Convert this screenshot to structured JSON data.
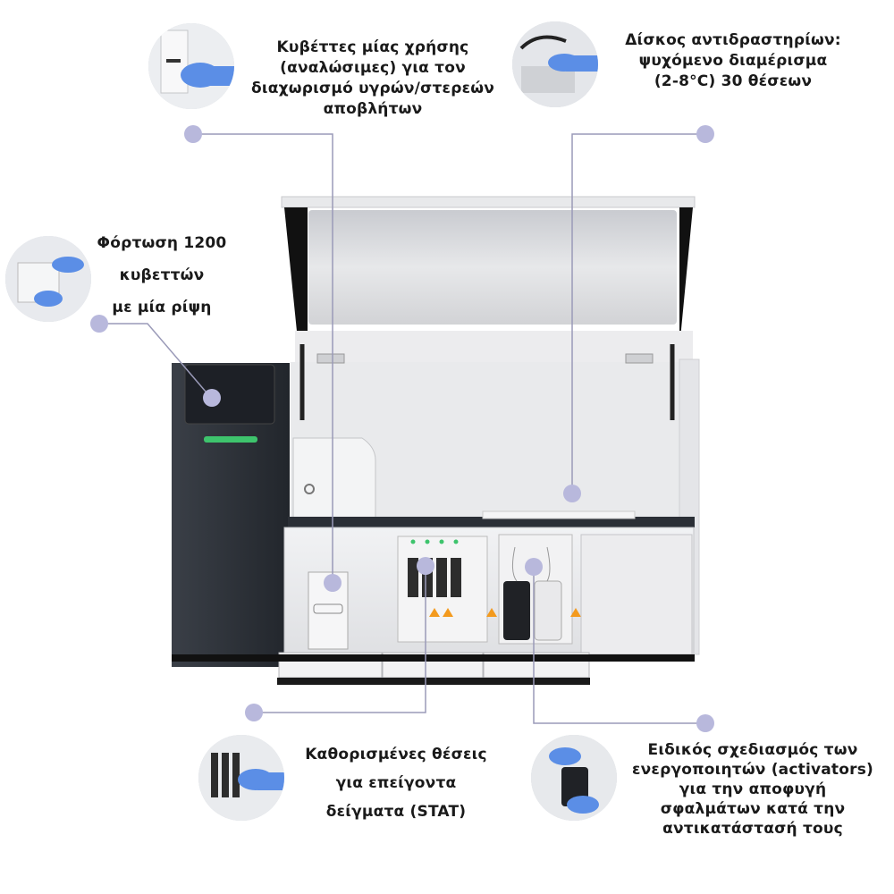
{
  "colors": {
    "accent_dot": "#b8b8dc",
    "leader_line": "#9a9ab8",
    "instrument_body": "#e6e7ea",
    "instrument_dark": "#2b2f36",
    "status_led": "#3ec46d",
    "warning": "#f39a1e"
  },
  "callouts": [
    {
      "id": "cuvettes",
      "text": "Κυβέττες μίας χρήσης\n(αναλώσιμες) για τον\nδιαχωρισμό υγρών/στερεών\nαποβλήτων"
    },
    {
      "id": "reagent-disc",
      "text": "Δίσκος αντιδραστηρίων:\nψυχόμενο διαμέρισμα\n(2-8°C) 30 θέσεων"
    },
    {
      "id": "cuvette-load",
      "text": "Φόρτωση 1200\nκυβεττών\nμε μία ρίψη"
    },
    {
      "id": "stat",
      "text": "Καθορισμένες θέσεις\nγια επείγοντα\nδείγματα (STAT)"
    },
    {
      "id": "activators",
      "text": "Ειδικός σχεδιασμός των\nενεργοποιητών (activators)\nγια την αποφυγή\nσφαλμάτων κατά την\nαντικατάστασή τους"
    }
  ],
  "icons": {
    "thumb_cuvettes": "gloved-hand-cuvette-icon",
    "thumb_reagent": "gloved-hand-reagent-disc-icon",
    "thumb_load": "gloved-hand-loading-icon",
    "thumb_stat": "gloved-hand-stat-rack-icon",
    "thumb_activators": "gloved-hand-activator-bottle-icon"
  }
}
